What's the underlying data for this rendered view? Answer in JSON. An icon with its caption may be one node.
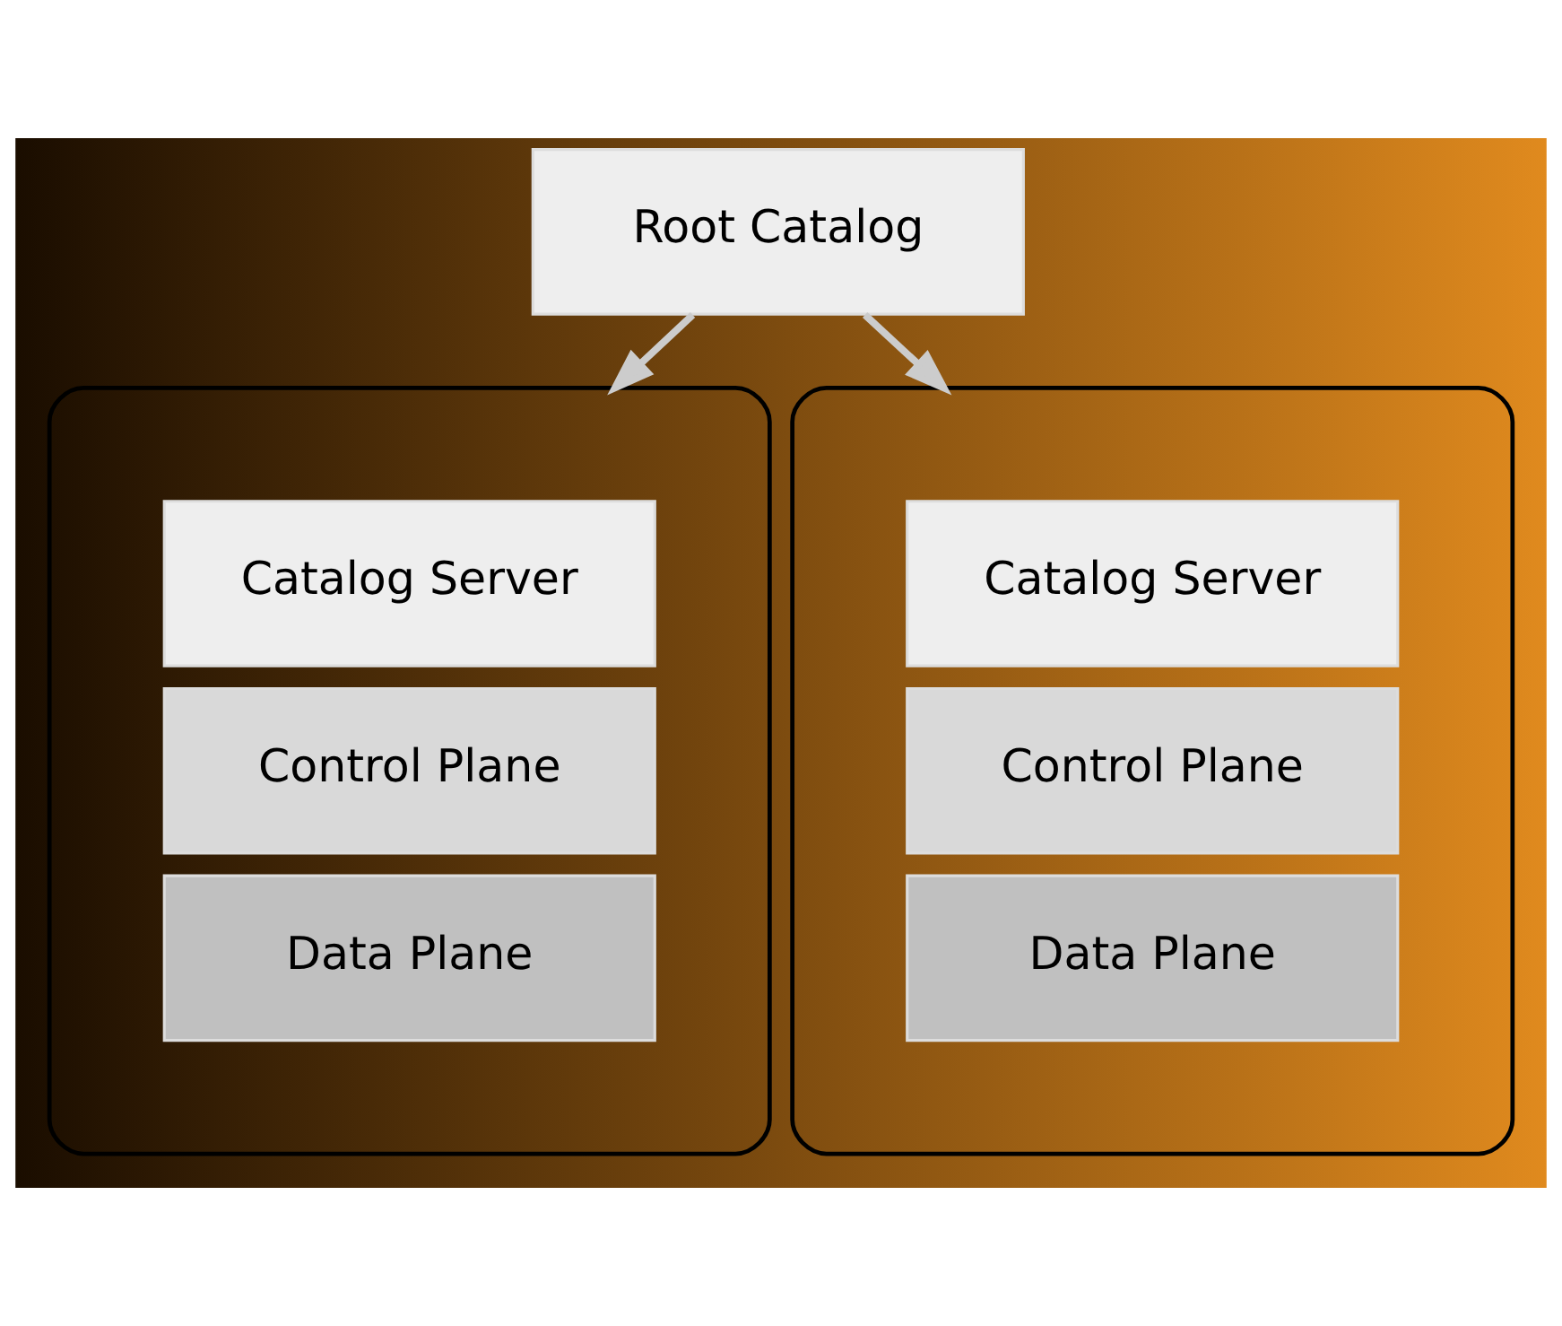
{
  "diagram": {
    "nodes": [
      {
        "text": [
          "Root Catalog"
        ]
      },
      {
        "text": [],
        "shape": "box"
      },
      {
        "text": [
          "Catalog Server"
        ],
        "in": 1
      },
      {
        "text": [
          "Control Plane"
        ],
        "in": 1
      },
      {
        "text": [
          "Data Plane"
        ],
        "in": 1
      },
      {
        "text": [],
        "shape": "box"
      },
      {
        "text": [
          "Catalog Server"
        ],
        "in": 5
      },
      {
        "text": [
          "Control Plane"
        ],
        "in": 5
      },
      {
        "text": [
          "Data Plane"
        ],
        "in": 5
      }
    ],
    "edges": [
      {
        "from": 0,
        "to": 1,
        "arrow": "to"
      },
      {
        "from": 0,
        "to": 5,
        "arrow": "to"
      }
    ]
  }
}
